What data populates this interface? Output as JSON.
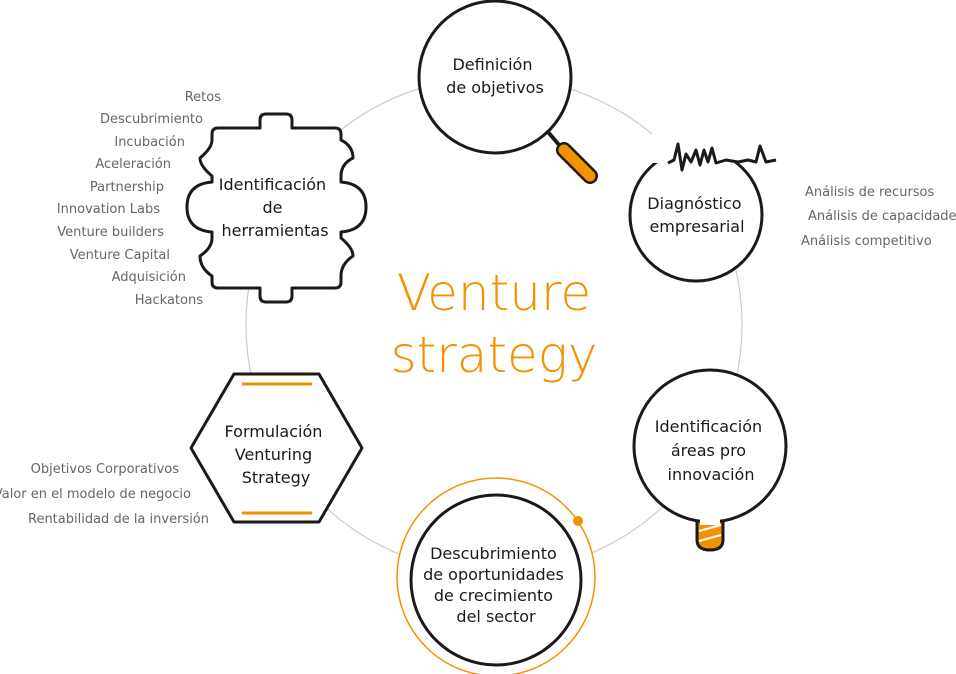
{
  "colors": {
    "accent": "#f39200",
    "stroke": "#1a1a1a",
    "ring": "#cccccc",
    "list_text": "#666666"
  },
  "center": {
    "line1": "Venture",
    "line2": "strategy"
  },
  "nodes": {
    "definicion": {
      "icon": "magnifier-icon",
      "lines": [
        "Definición",
        "de objetivos"
      ]
    },
    "diagnostico": {
      "icon": "pulse-circle-icon",
      "lines": [
        "Diagnóstico",
        "empresarial"
      ]
    },
    "identificacion_areas": {
      "icon": "lightbulb-icon",
      "lines": [
        "Identificación",
        "áreas pro",
        "innovación"
      ]
    },
    "descubrimiento": {
      "icon": "target-ring-icon",
      "lines": [
        "Descubrimiento",
        "de oportunidades",
        "de crecimiento",
        "del sector"
      ]
    },
    "formulacion": {
      "icon": "hexagon-icon",
      "lines": [
        "Formulación",
        "Venturing",
        "Strategy"
      ]
    },
    "herramientas": {
      "icon": "gear-icon",
      "lines": [
        "Identificación",
        "de",
        "herramientas"
      ]
    }
  },
  "lists": {
    "herramientas": [
      "Retos",
      "Descubrimiento",
      "Incubación",
      "Aceleración",
      "Partnership",
      "Innovation Labs",
      "Venture builders",
      "Venture Capital",
      "Adquisición",
      "Hackatons"
    ],
    "diagnostico": [
      "Análisis de recursos",
      "Análisis de capacidades",
      "Análisis competitivo"
    ],
    "formulacion": [
      "Objetivos Corporativos",
      "Valor en el modelo de negocio",
      "Rentabilidad de la inversión"
    ]
  }
}
